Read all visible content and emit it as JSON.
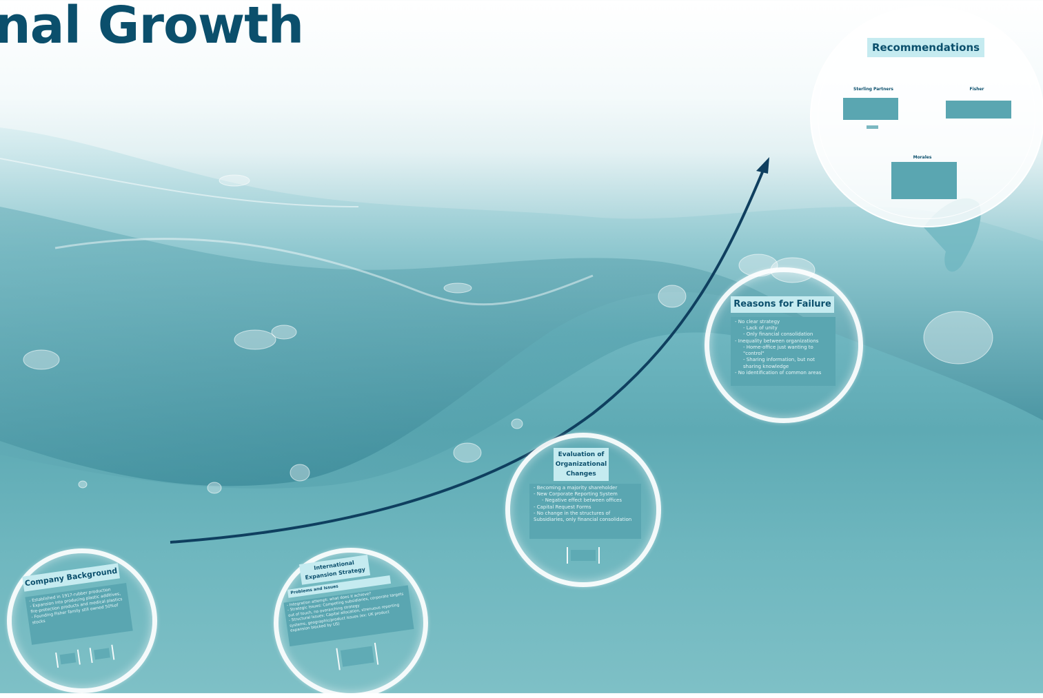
{
  "title": "nal Growth",
  "colors": {
    "accent": "#0b4f6c",
    "card": "#5aa6b1",
    "heading_bg": "#c5ebf0",
    "arrow": "#0f3f5f"
  },
  "recommendations": {
    "heading": "Recommendations",
    "sections": [
      {
        "heading": "Sterling Partners"
      },
      {
        "heading": "Fisher"
      },
      {
        "heading": "Morales"
      }
    ]
  },
  "reasons": {
    "heading": "Reasons for Failure",
    "items": [
      {
        "text": "- No clear strategy",
        "level": 0
      },
      {
        "text": "- Lack of unity",
        "level": 1
      },
      {
        "text": "- Only financial consolidation",
        "level": 1
      },
      {
        "text": "- Inequality between organizations",
        "level": 0
      },
      {
        "text": "- Home-office just wanting to \"control\"",
        "level": 1
      },
      {
        "text": "- Sharing information, but not sharing knowledge",
        "level": 1
      },
      {
        "text": "- No identification of common areas",
        "level": 0
      }
    ]
  },
  "evaluation": {
    "heading": "Evaluation of Organizational Changes",
    "items": [
      {
        "text": "- Becoming a majority shareholder",
        "level": 0
      },
      {
        "text": "- New Corporate Reporting System",
        "level": 0
      },
      {
        "text": "- Negative effect between offices",
        "level": 1
      },
      {
        "text": "- Capital Request Forms",
        "level": 0
      },
      {
        "text": "- No change in the structures of Subsidiaries, only financial consolidation",
        "level": 0
      }
    ]
  },
  "expansion": {
    "heading": "International Expansion Strategy",
    "subheading": "Problems and Issues",
    "items": [
      {
        "text": "- Integration attempt: what does it achieve?"
      },
      {
        "text": "- Strategic Issues: Competing subsidiaries, corporate targets out of touch, no overarching strategy"
      },
      {
        "text": "- Structural Issues: Capital allocation, strenuous reporting systems, geographic/product issues (ex: UK product expansion blocked by US)"
      }
    ]
  },
  "background": {
    "heading": "Company Background",
    "items": [
      {
        "text": "- Established in 1917-rubber production"
      },
      {
        "text": "- Expansion into producing plastic additives, fire-protection products and medical plastics"
      },
      {
        "text": "- Founding Fisher family still owned 50%of stocks"
      }
    ]
  }
}
